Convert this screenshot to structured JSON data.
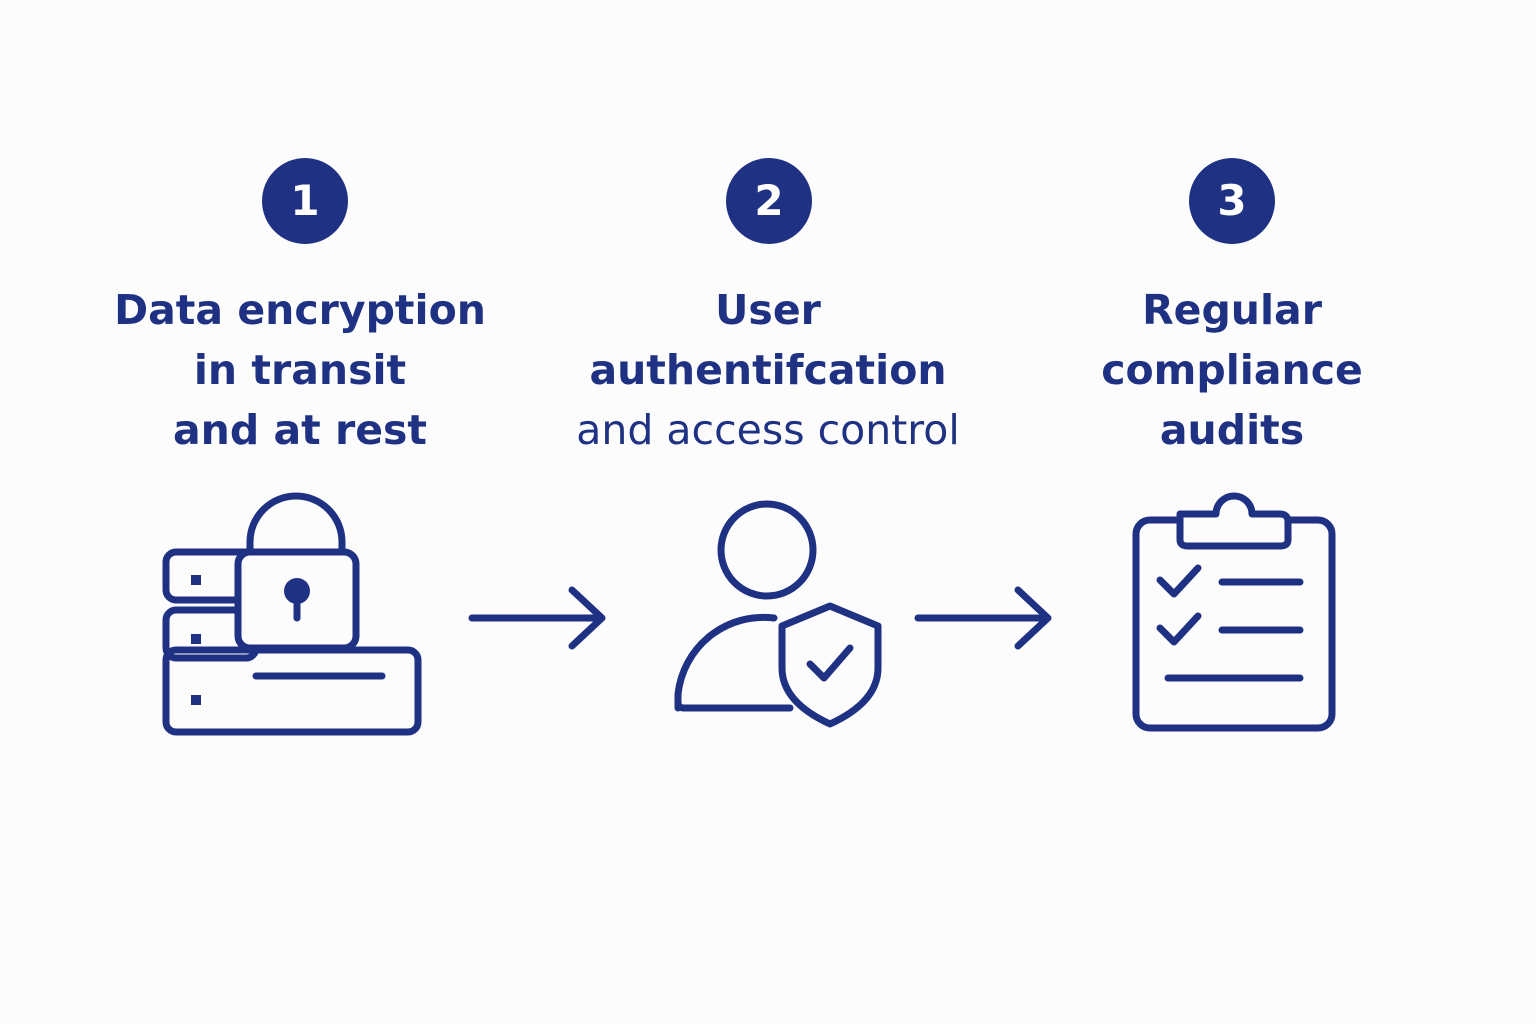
{
  "colors": {
    "accent": "#1f3183",
    "background": "#fcfcfc"
  },
  "steps": [
    {
      "number": "1",
      "title_lines": [
        "Data encryption",
        "in transit",
        "and at rest"
      ],
      "icon": "server-lock-icon"
    },
    {
      "number": "2",
      "title_lines": [
        "User",
        "authentifcation",
        "and access control"
      ],
      "icon": "user-shield-icon"
    },
    {
      "number": "3",
      "title_lines": [
        "Regular",
        "compliance",
        "audits"
      ],
      "icon": "clipboard-checklist-icon"
    }
  ],
  "connectors": [
    "arrow-right-icon",
    "arrow-right-icon"
  ]
}
